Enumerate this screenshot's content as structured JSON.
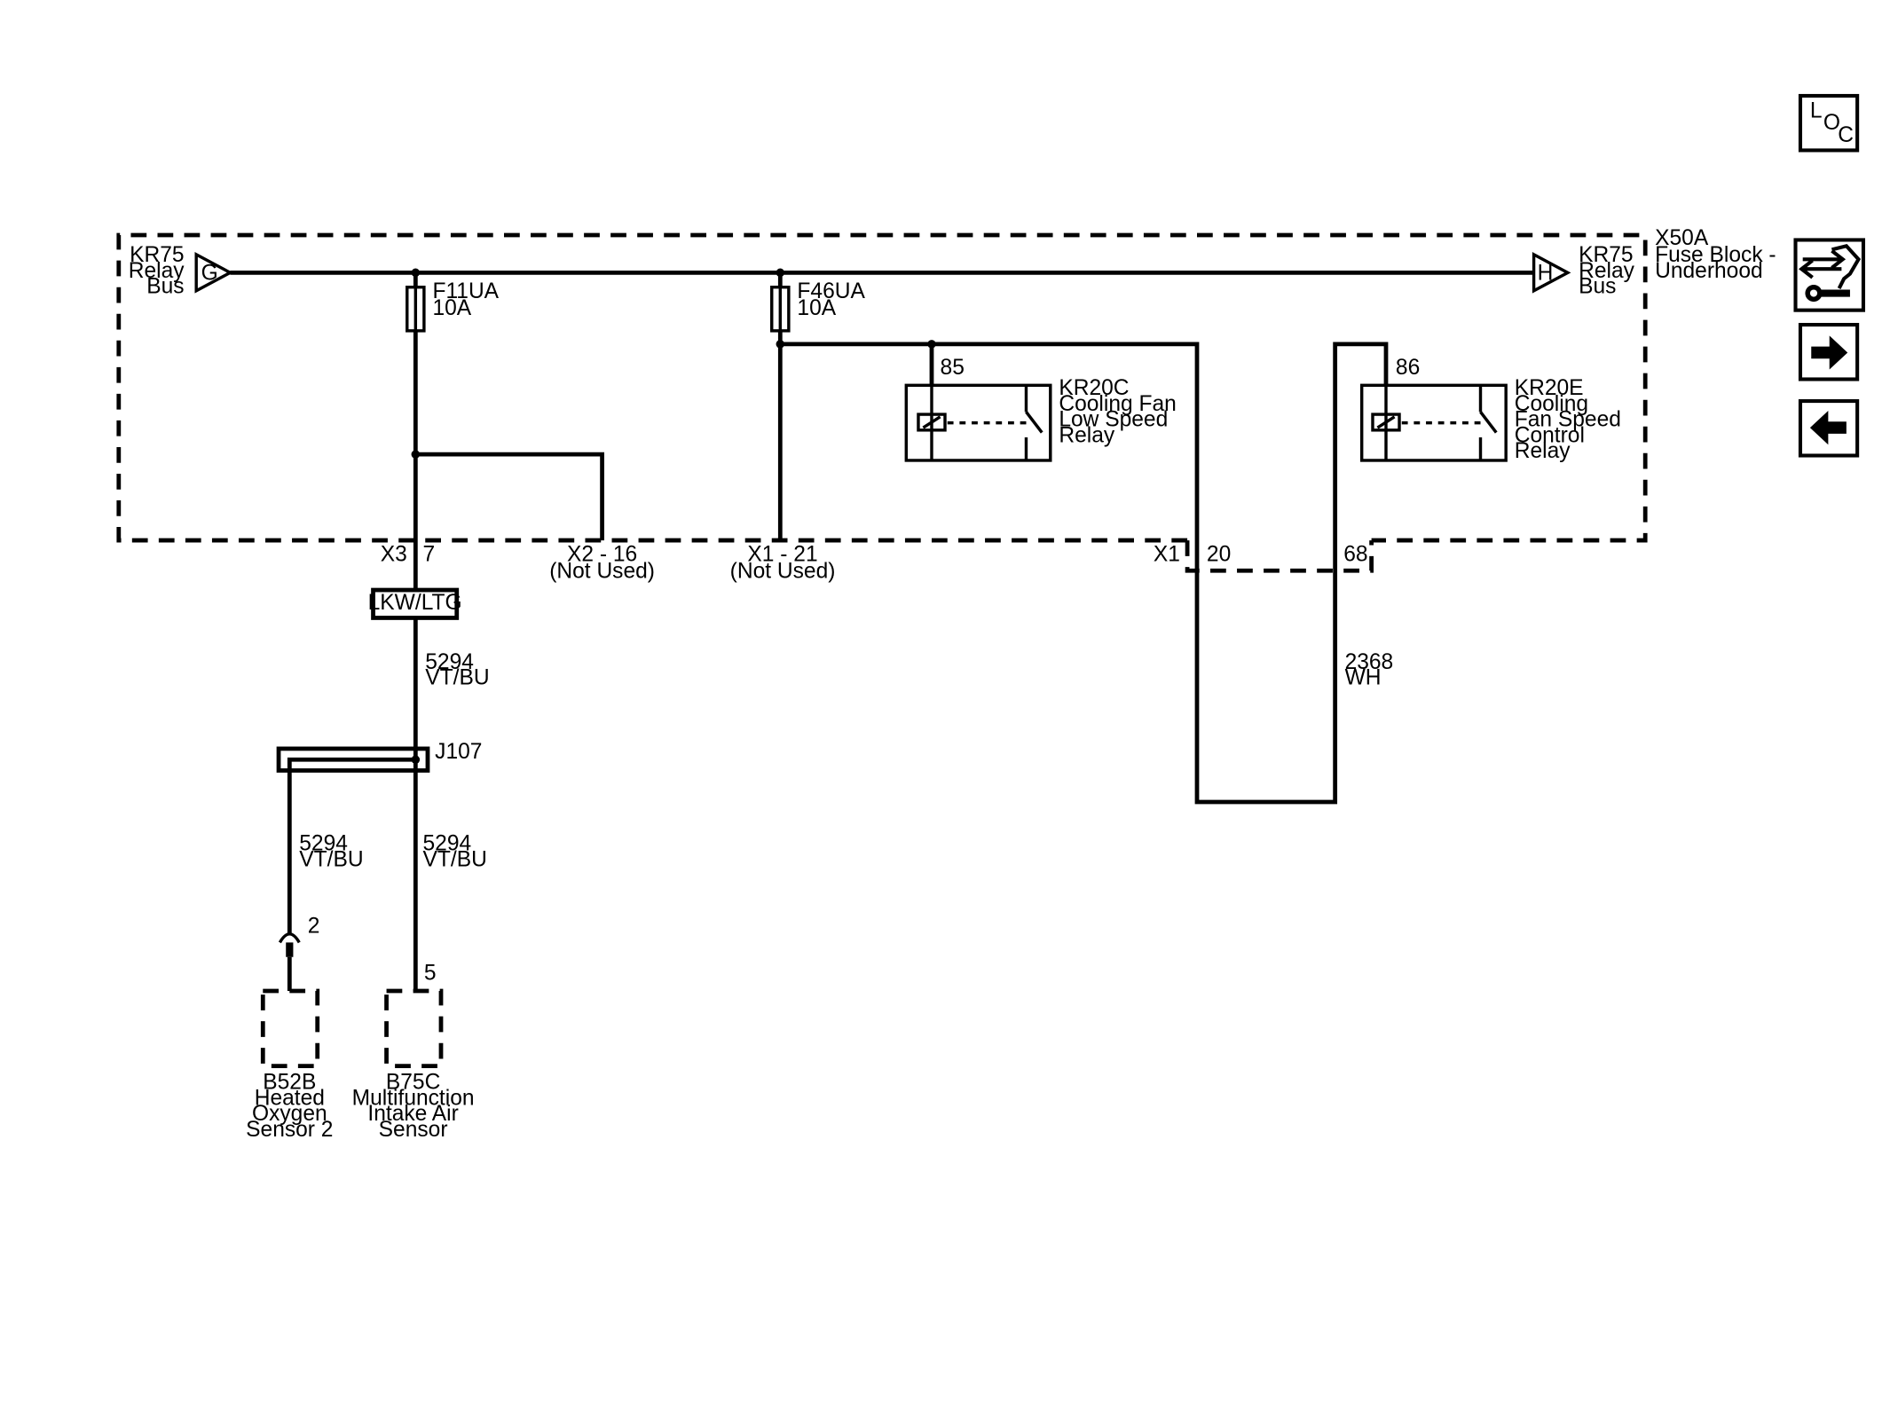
{
  "fuse_block": {
    "id": "X50A",
    "desc1": "Fuse Block -",
    "desc2": "Underhood"
  },
  "bus_left": {
    "l1": "KR75",
    "l2": "Relay",
    "l3": "Bus",
    "letter": "G"
  },
  "bus_right": {
    "l1": "KR75",
    "l2": "Relay",
    "l3": "Bus",
    "letter": "H"
  },
  "fuse1": {
    "id": "F11UA",
    "rating": "10A"
  },
  "fuse2": {
    "id": "F46UA",
    "rating": "10A"
  },
  "relay1": {
    "pin": "85",
    "l1": "KR20C",
    "l2": "Cooling Fan",
    "l3": "Low Speed",
    "l4": "Relay"
  },
  "relay2": {
    "pin": "86",
    "l1": "KR20E",
    "l2": "Cooling",
    "l3": "Fan Speed",
    "l4": "Control",
    "l5": "Relay"
  },
  "conn_x3": {
    "name": "X3",
    "pin": "7"
  },
  "conn_x2": {
    "pin": "X2 - 16",
    "note": "(Not Used)"
  },
  "conn_x1_21": {
    "pin": "X1 - 21",
    "note": "(Not Used)"
  },
  "conn_x1": {
    "name": "X1",
    "pin_a": "20",
    "pin_b": "68"
  },
  "inline_conn": {
    "label": "LKW/LTG"
  },
  "wire_main": {
    "circuit": "5294",
    "color": "VT/BU"
  },
  "wire_relay": {
    "circuit": "2368",
    "color": "WH"
  },
  "splice": {
    "id": "J107"
  },
  "wire_left": {
    "circuit": "5294",
    "color": "VT/BU"
  },
  "wire_right": {
    "circuit": "5294",
    "color": "VT/BU"
  },
  "sensor1": {
    "pin": "2",
    "l1": "B52B",
    "l2": "Heated",
    "l3": "Oxygen",
    "l4": "Sensor 2"
  },
  "sensor2": {
    "pin": "5",
    "l1": "B75C",
    "l2": "Multifunction",
    "l3": "Intake Air",
    "l4": "Sensor"
  },
  "nav": {
    "loc": {
      "l": "L",
      "o": "O",
      "c": "C"
    },
    "icons": [
      "component-connector-wrench-icon",
      "arrow-right-icon",
      "arrow-left-icon"
    ]
  }
}
